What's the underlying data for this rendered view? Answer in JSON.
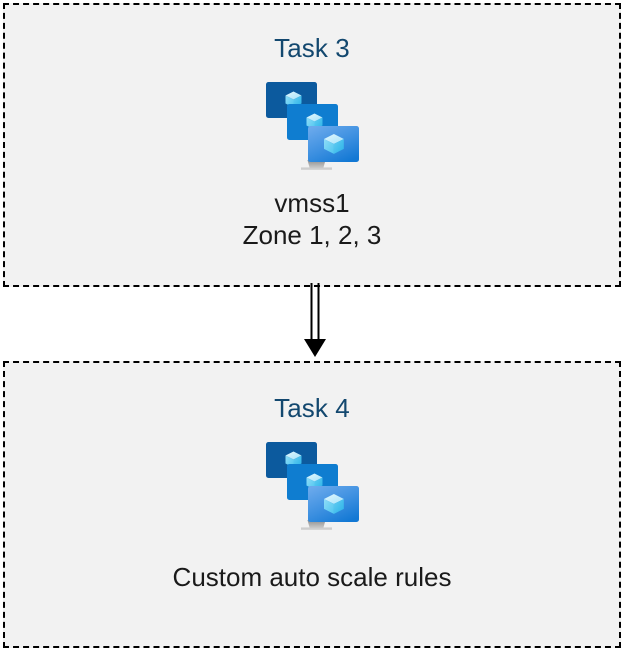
{
  "diagram": {
    "type": "flow",
    "background_color": "#ffffff",
    "box_fill_color": "#f2f2f2",
    "box_border_color": "#000000",
    "box_border_style": "dashed",
    "title_color": "#13486f",
    "caption_color": "#1a1a1a",
    "connector_color": "#000000"
  },
  "nodes": [
    {
      "id": "task-3",
      "title": "Task 3",
      "icon": "azure-virtual-machine-scale-set-icon",
      "captions": [
        "vmss1",
        "Zone 1, 2, 3"
      ]
    },
    {
      "id": "task-4",
      "title": "Task 4",
      "icon": "azure-virtual-machine-scale-set-icon",
      "captions": [
        "Custom auto scale rules"
      ]
    }
  ],
  "connectors": [
    {
      "id": "task3-to-task4",
      "from": "task-3",
      "to": "task-4",
      "style": "double-line",
      "arrowhead": "filled-triangle",
      "direction": "down"
    }
  ],
  "icon_colors": {
    "monitor_back": "#0c5a9e",
    "monitor_middle": "#0f7dd0",
    "monitor_front_top": "#5b9fe8",
    "monitor_front_bottom": "#1b7fd8",
    "cube_light": "#c6ecfb",
    "cube_mid": "#76d4f5",
    "cube_dark": "#35b9ef",
    "stand": "#a6a6a6"
  }
}
